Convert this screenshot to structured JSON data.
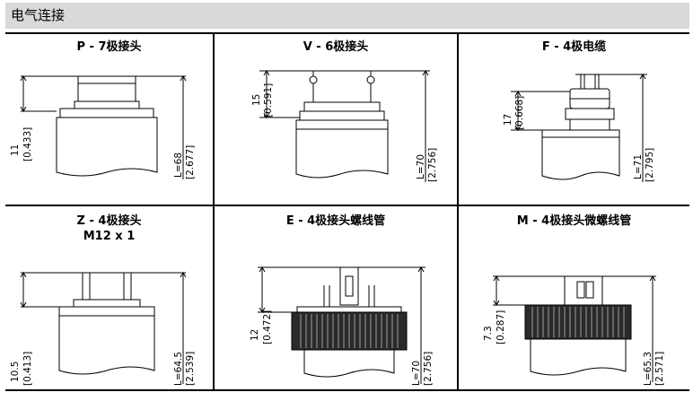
{
  "header": {
    "title": "电气连接"
  },
  "cells": {
    "p": {
      "title": "P - 7极接头",
      "dim_short": "11",
      "dim_short_in": "[0.433]",
      "dim_long": "L=68",
      "dim_long_in": "[2.677]"
    },
    "v": {
      "title": "V - 6极接头",
      "dim_short": "15",
      "dim_short_in": "[0.591]",
      "dim_long": "L=70",
      "dim_long_in": "[2.756]"
    },
    "f": {
      "title": "F - 4极电缆",
      "dim_short": "17",
      "dim_short_in": "[0.668]",
      "dim_long": "L=71",
      "dim_long_in": "[2.795]"
    },
    "z": {
      "title": "Z - 4极接头",
      "subtitle": "M12 x 1",
      "dim_short": "10.5",
      "dim_short_in": "[0.413]",
      "dim_long": "L=64.5",
      "dim_long_in": "[2.539]"
    },
    "e": {
      "title": "E - 4极接头螺线管",
      "dim_short": "12",
      "dim_short_in": "[0.472]",
      "dim_long": "L=70",
      "dim_long_in": "[2.756]"
    },
    "m": {
      "title": "M - 4极接头微螺线管",
      "dim_short": "7.3",
      "dim_short_in": "[0.287]",
      "dim_long": "L=65.3",
      "dim_long_in": "[2.571]"
    }
  }
}
